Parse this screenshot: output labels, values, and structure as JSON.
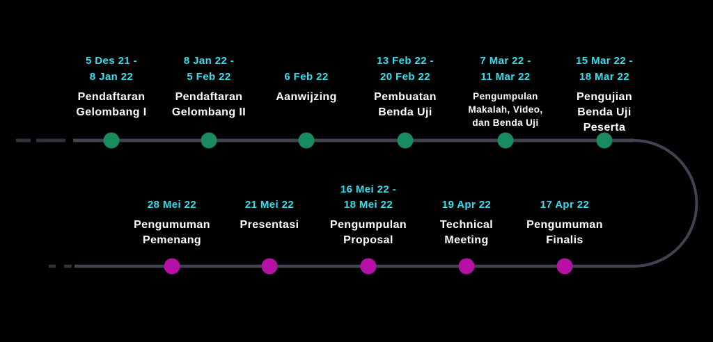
{
  "colors": {
    "background": "#000000",
    "date_text": "#35DFEF",
    "label_text": "#FFFFFF",
    "track_line": "#3F4451",
    "top_dot": "#1A8B60",
    "bottom_dot": "#B710A6"
  },
  "timeline": {
    "top_events": [
      {
        "date_lines": [
          "5 Des 21 -",
          "8 Jan 22"
        ],
        "label_lines": [
          "Pendaftaran",
          "Gelombang I"
        ]
      },
      {
        "date_lines": [
          "8 Jan 22 -",
          "5 Feb 22"
        ],
        "label_lines": [
          "Pendaftaran",
          "Gelombang II"
        ]
      },
      {
        "date_lines": [
          "6 Feb 22"
        ],
        "label_lines": [
          "Aanwijzing"
        ]
      },
      {
        "date_lines": [
          "13 Feb 22 -",
          "20 Feb 22"
        ],
        "label_lines": [
          "Pembuatan",
          "Benda Uji"
        ]
      },
      {
        "date_lines": [
          "7 Mar 22 -",
          "11 Mar 22"
        ],
        "label_lines": [
          "Pengumpulan",
          "Makalah, Video,",
          "dan Benda Uji"
        ]
      },
      {
        "date_lines": [
          "15 Mar 22 -",
          "18 Mar 22"
        ],
        "label_lines": [
          "Pengujian",
          "Benda Uji",
          "Peserta"
        ]
      }
    ],
    "bottom_events": [
      {
        "date_lines": [
          "28 Mei 22"
        ],
        "label_lines": [
          "Pengumuman",
          "Pemenang"
        ]
      },
      {
        "date_lines": [
          "21 Mei 22"
        ],
        "label_lines": [
          "Presentasi"
        ]
      },
      {
        "date_lines": [
          "16 Mei 22 -",
          "18 Mei 22"
        ],
        "label_lines": [
          "Pengumpulan",
          "Proposal"
        ]
      },
      {
        "date_lines": [
          "19 Apr 22"
        ],
        "label_lines": [
          "Technical",
          "Meeting"
        ]
      },
      {
        "date_lines": [
          "17 Apr 22"
        ],
        "label_lines": [
          "Pengumuman",
          "Finalis"
        ]
      }
    ]
  }
}
